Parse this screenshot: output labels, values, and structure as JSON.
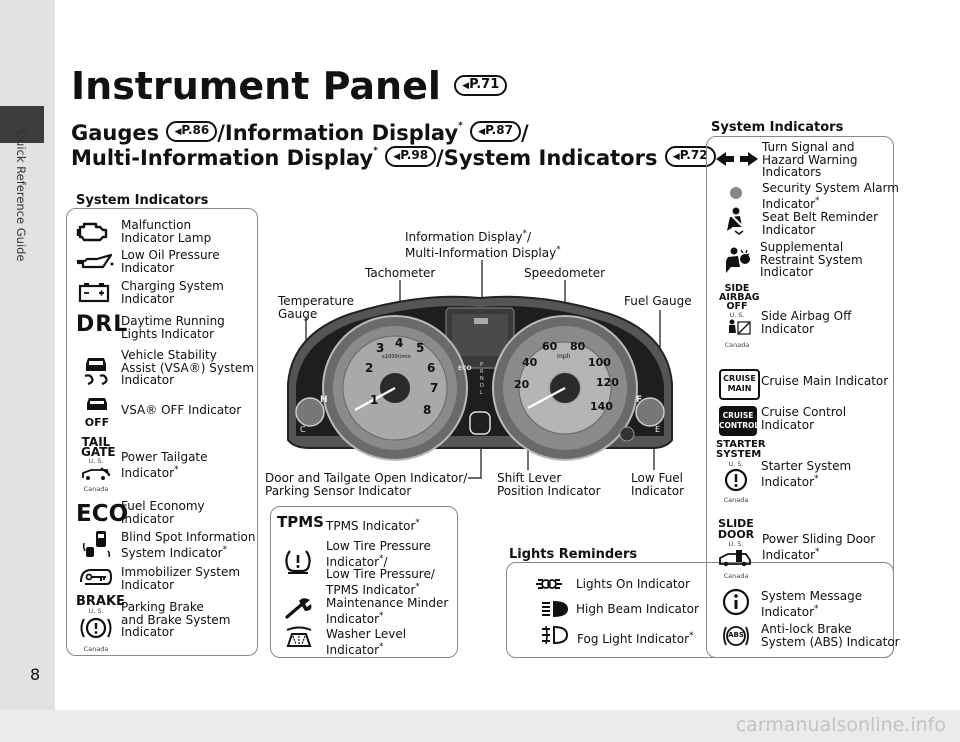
{
  "sidebar": {
    "label": "Quick Reference Guide"
  },
  "page_number": "8",
  "title": {
    "text": "Instrument Panel",
    "ref": "P.71"
  },
  "heading": {
    "gauges": "Gauges",
    "gauges_ref": "P.86",
    "info_display": "/Information Display",
    "info_ref": "P.87",
    "slash": "/",
    "mid": "Multi-Information Display",
    "mid_ref": "P.98",
    "sys": "/System Indicators",
    "sys_ref": "P.72",
    "asterisk": "*"
  },
  "left_panel": {
    "title": "System Indicators",
    "items": [
      {
        "icon": "engine-icon",
        "label": "Malfunction\nIndicator Lamp"
      },
      {
        "icon": "oil-can-icon",
        "label": "Low Oil Pressure\nIndicator"
      },
      {
        "icon": "battery-icon",
        "label": "Charging System\nIndicator"
      },
      {
        "icon": "DRL",
        "label": "Daytime Running\nLights Indicator"
      },
      {
        "icon": "vsa-icon",
        "label": "Vehicle Stability\nAssist (VSA®) System\nIndicator"
      },
      {
        "icon": "vsa-off-icon",
        "label": "VSA® OFF Indicator"
      },
      {
        "icon": "TAIL GATE",
        "label": "Power Tailgate\nIndicator*"
      },
      {
        "icon": "ECO",
        "label": "Fuel Economy\nIndicator"
      },
      {
        "icon": "blind-spot-icon",
        "label": "Blind Spot Information\nSystem Indicator*"
      },
      {
        "icon": "immobilizer-icon",
        "label": "Immobilizer System\nIndicator"
      },
      {
        "icon": "BRAKE",
        "label": "Parking Brake\nand Brake System\nIndicator"
      }
    ],
    "us": "U. S.",
    "canada": "Canada",
    "drl_text": "DRL",
    "tail_text": "TAIL",
    "gate_text": "GATE",
    "eco_text": "ECO",
    "brake_text": "BRAKE",
    "off_text": "OFF"
  },
  "mid_panel": {
    "items": [
      {
        "icon": "TPMS",
        "label": "TPMS Indicator*"
      },
      {
        "icon": "tire-pressure-icon",
        "label": "Low Tire Pressure\nIndicator*/\nLow Tire Pressure/\nTPMS Indicator*"
      },
      {
        "icon": "wrench-icon",
        "label": "Maintenance Minder\nIndicator*"
      },
      {
        "icon": "washer-icon",
        "label": "Washer Level\nIndicator*"
      }
    ],
    "tpms_text": "TPMS"
  },
  "callouts": {
    "info": "Information Display*/\nMulti-Information Display*",
    "tach": "Tachometer",
    "speedo": "Speedometer",
    "temp": "Temperature\nGauge",
    "fuel": "Fuel Gauge",
    "door": "Door and Tailgate Open Indicator/\nParking Sensor Indicator",
    "shift": "Shift Lever\nPosition Indicator",
    "lowfuel": "Low Fuel\nIndicator"
  },
  "cluster": {
    "tach_numbers": [
      "1",
      "2",
      "3",
      "4",
      "5",
      "6",
      "7",
      "8"
    ],
    "tach_unit": "x1000r/min",
    "speed_numbers": [
      "20",
      "40",
      "60",
      "80",
      "100",
      "120",
      "140"
    ],
    "speed_unit": "mph",
    "temp_h": "H",
    "temp_c": "C",
    "fuel_f": "F",
    "fuel_e": "E",
    "shift": [
      "P",
      "R",
      "N",
      "D",
      "L"
    ],
    "eco": "ECO"
  },
  "lights_panel": {
    "title": "Lights Reminders",
    "items": [
      {
        "icon": "lights-on-icon",
        "label": "Lights On Indicator"
      },
      {
        "icon": "high-beam-icon",
        "label": "High Beam Indicator"
      },
      {
        "icon": "fog-light-icon",
        "label": "Fog Light Indicator*"
      }
    ]
  },
  "right_panel": {
    "title": "System Indicators",
    "items": [
      {
        "icon": "turn-signal-icon",
        "label": "Turn Signal and\nHazard Warning\nIndicators"
      },
      {
        "icon": "security-icon",
        "label": "Security System Alarm\nIndicator*"
      },
      {
        "icon": "seatbelt-icon",
        "label": "Seat Belt Reminder\nIndicator"
      },
      {
        "icon": "srs-icon",
        "label": "Supplemental\nRestraint System\nIndicator"
      },
      {
        "icon": "SIDE AIRBAG OFF",
        "label": "Side Airbag Off\nIndicator"
      },
      {
        "icon": "CRUISE MAIN",
        "label": "Cruise Main Indicator"
      },
      {
        "icon": "CRUISE CONTROL",
        "label": "Cruise Control\nIndicator"
      },
      {
        "icon": "STARTER SYSTEM",
        "label": "Starter System\nIndicator*"
      },
      {
        "icon": "SLIDE DOOR",
        "label": "Power Sliding Door\nIndicator*"
      },
      {
        "icon": "info-icon",
        "label": "System Message\nIndicator*"
      },
      {
        "icon": "ABS",
        "label": "Anti-lock Brake\nSystem (ABS) Indicator"
      }
    ],
    "side_text": "SIDE",
    "airbag_text": "AIRBAG",
    "airbag_off_text": "OFF",
    "cruise_text": "CRUISE",
    "main_text": "MAIN",
    "control_text": "CONTROL",
    "starter_text": "STARTER",
    "system_text": "SYSTEM",
    "slide_text": "SLIDE",
    "door_text": "DOOR",
    "abs_text": "ABS"
  },
  "watermark": "carmanualsonline.info"
}
